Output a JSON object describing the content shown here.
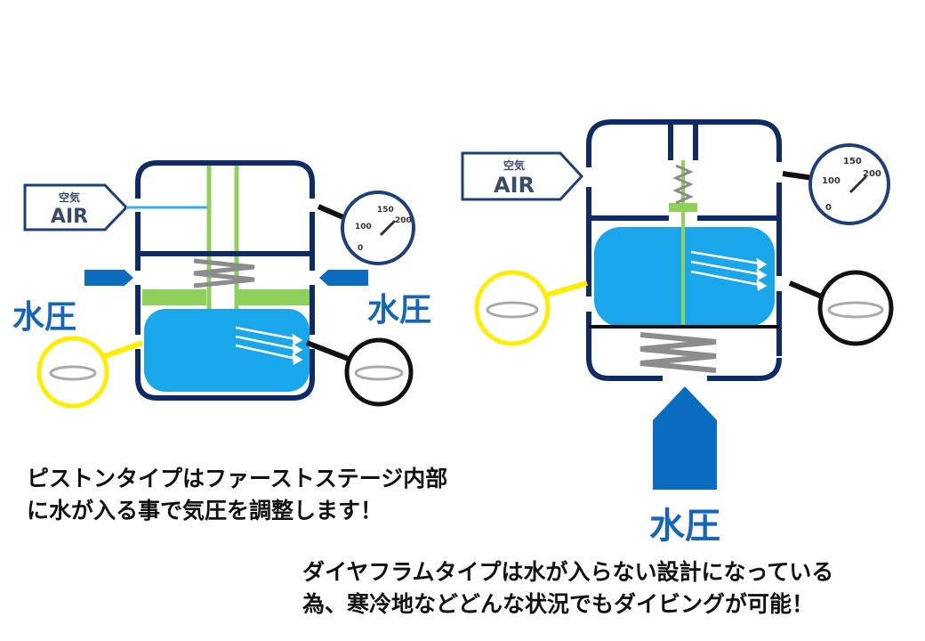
{
  "colors": {
    "frame": "#0f2b66",
    "water": "#1aa6ea",
    "water_pressure_text": "#1565b8",
    "arrow_blue": "#0b6cc0",
    "green": "#8dd05a",
    "spring_gray": "#8c8c8c",
    "lens_yellow": "#ffee00",
    "lens_black": "#111111",
    "air_box_stroke": "#1e3f7a",
    "air_line": "#33b0ee",
    "gauge_stroke": "#1e3f7a"
  },
  "piston": {
    "air_label_top": "空気",
    "air_label_bottom": "AIR",
    "water_pressure_left": "水圧",
    "water_pressure_right": "水圧",
    "gauge": {
      "tick_150": "150",
      "tick_200": "200",
      "tick_100": "100",
      "tick_0": "0"
    },
    "caption_line1": "ピストンタイプはファーストステージ内部",
    "caption_line2": "に水が入る事で気圧を調整します！"
  },
  "diaphragm": {
    "air_label_top": "空気",
    "air_label_bottom": "AIR",
    "water_pressure": "水圧",
    "gauge": {
      "tick_150": "150",
      "tick_200": "200",
      "tick_100": "100",
      "tick_0": "0"
    },
    "caption_line1": "ダイヤフラムタイプは水が入らない設計になっている",
    "caption_line2": "為、寒冷地などどんな状況でもダイビングが可能！"
  }
}
